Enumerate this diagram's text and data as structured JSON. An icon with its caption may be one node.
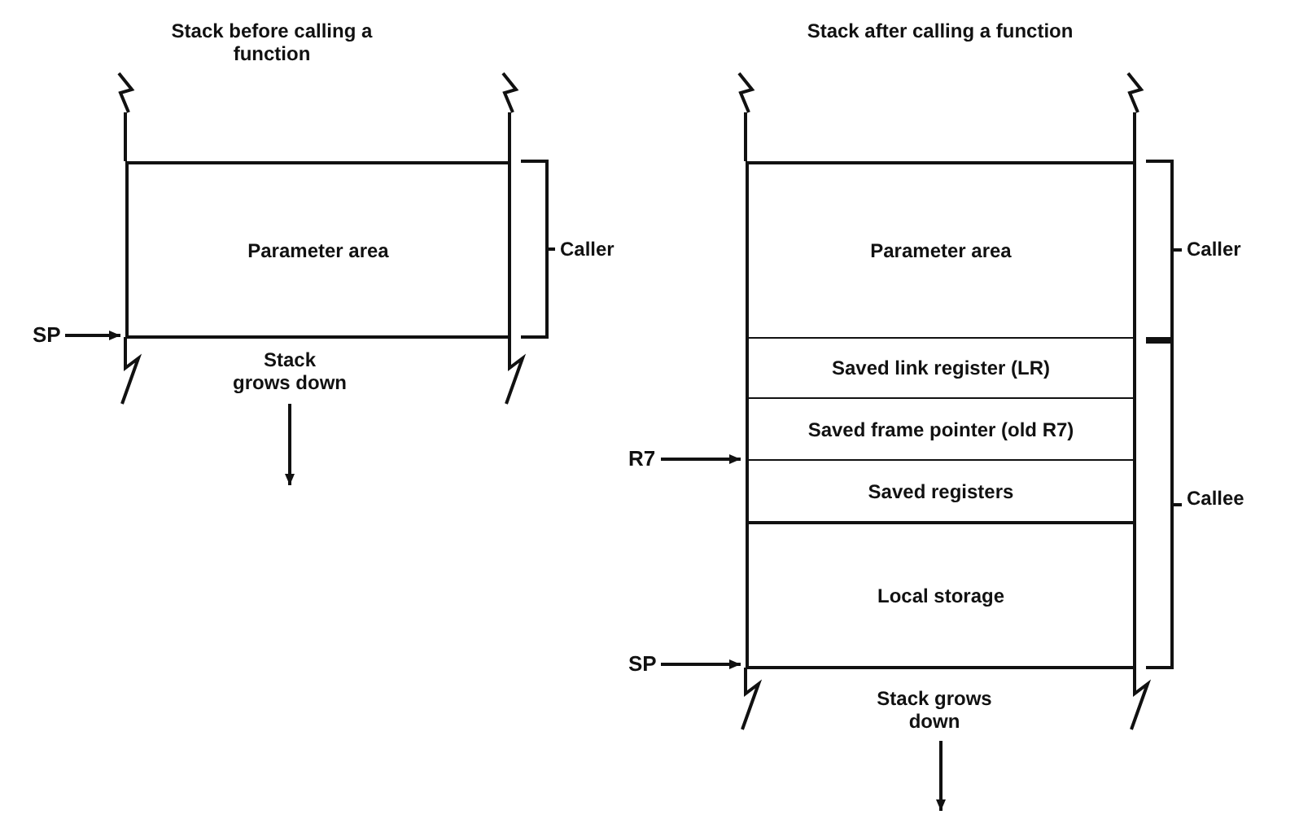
{
  "diagram": {
    "nodes": [
      {
        "text": [
          "Parameter area"
        ]
      },
      {
        "text": [
          "SP"
        ]
      },
      {
        "text": [
          "Parameter area"
        ]
      },
      {
        "text": [
          "Saved link register (LR)"
        ]
      },
      {
        "text": [
          "Saved frame pointer (old R7)"
        ]
      },
      {
        "text": [
          "Saved registers"
        ]
      },
      {
        "text": [
          "Local storage"
        ]
      },
      {
        "text": [
          "R7"
        ]
      },
      {
        "text": [
          "SP"
        ]
      }
    ],
    "edges": [
      {
        "from": 1,
        "to": 0,
        "arrow": "to"
      },
      {
        "from": 7,
        "to": 4,
        "arrow": "to"
      },
      {
        "from": 8,
        "to": 6,
        "arrow": "to"
      }
    ],
    "labels": [
      "Stack before calling a function",
      "Caller",
      "Stack grows down",
      "Stack after calling a function",
      "Caller",
      "Callee",
      "Stack grows down"
    ]
  }
}
